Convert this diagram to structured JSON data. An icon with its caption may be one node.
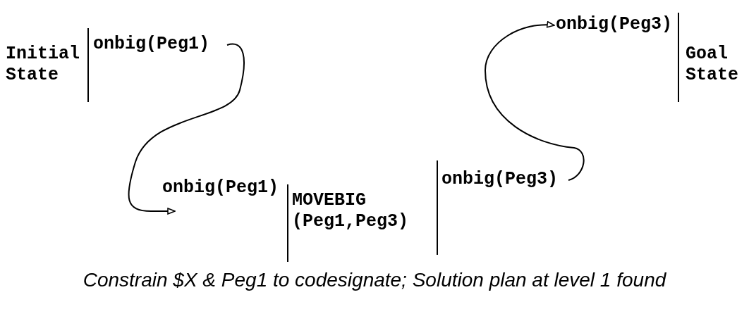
{
  "diagram": {
    "caption": "Constrain $X & Peg1 to codesignate; Solution plan at level 1 found",
    "nodes": [
      {
        "text": [
          "Initial State"
        ]
      },
      {
        "text": [
          "onbig(Peg1)"
        ]
      },
      {
        "text": [
          "onbig(Peg1)"
        ]
      },
      {
        "text": [
          "MOVEBIG (Peg1,Peg3)"
        ]
      },
      {
        "text": [
          "onbig(Peg3)"
        ]
      },
      {
        "text": [
          "onbig(Peg3)"
        ]
      },
      {
        "text": [
          "Goal State"
        ]
      }
    ],
    "edges": [
      {
        "from": 1,
        "to": 2,
        "arrow": "to"
      },
      {
        "from": 4,
        "to": 5,
        "arrow": "to"
      }
    ]
  }
}
